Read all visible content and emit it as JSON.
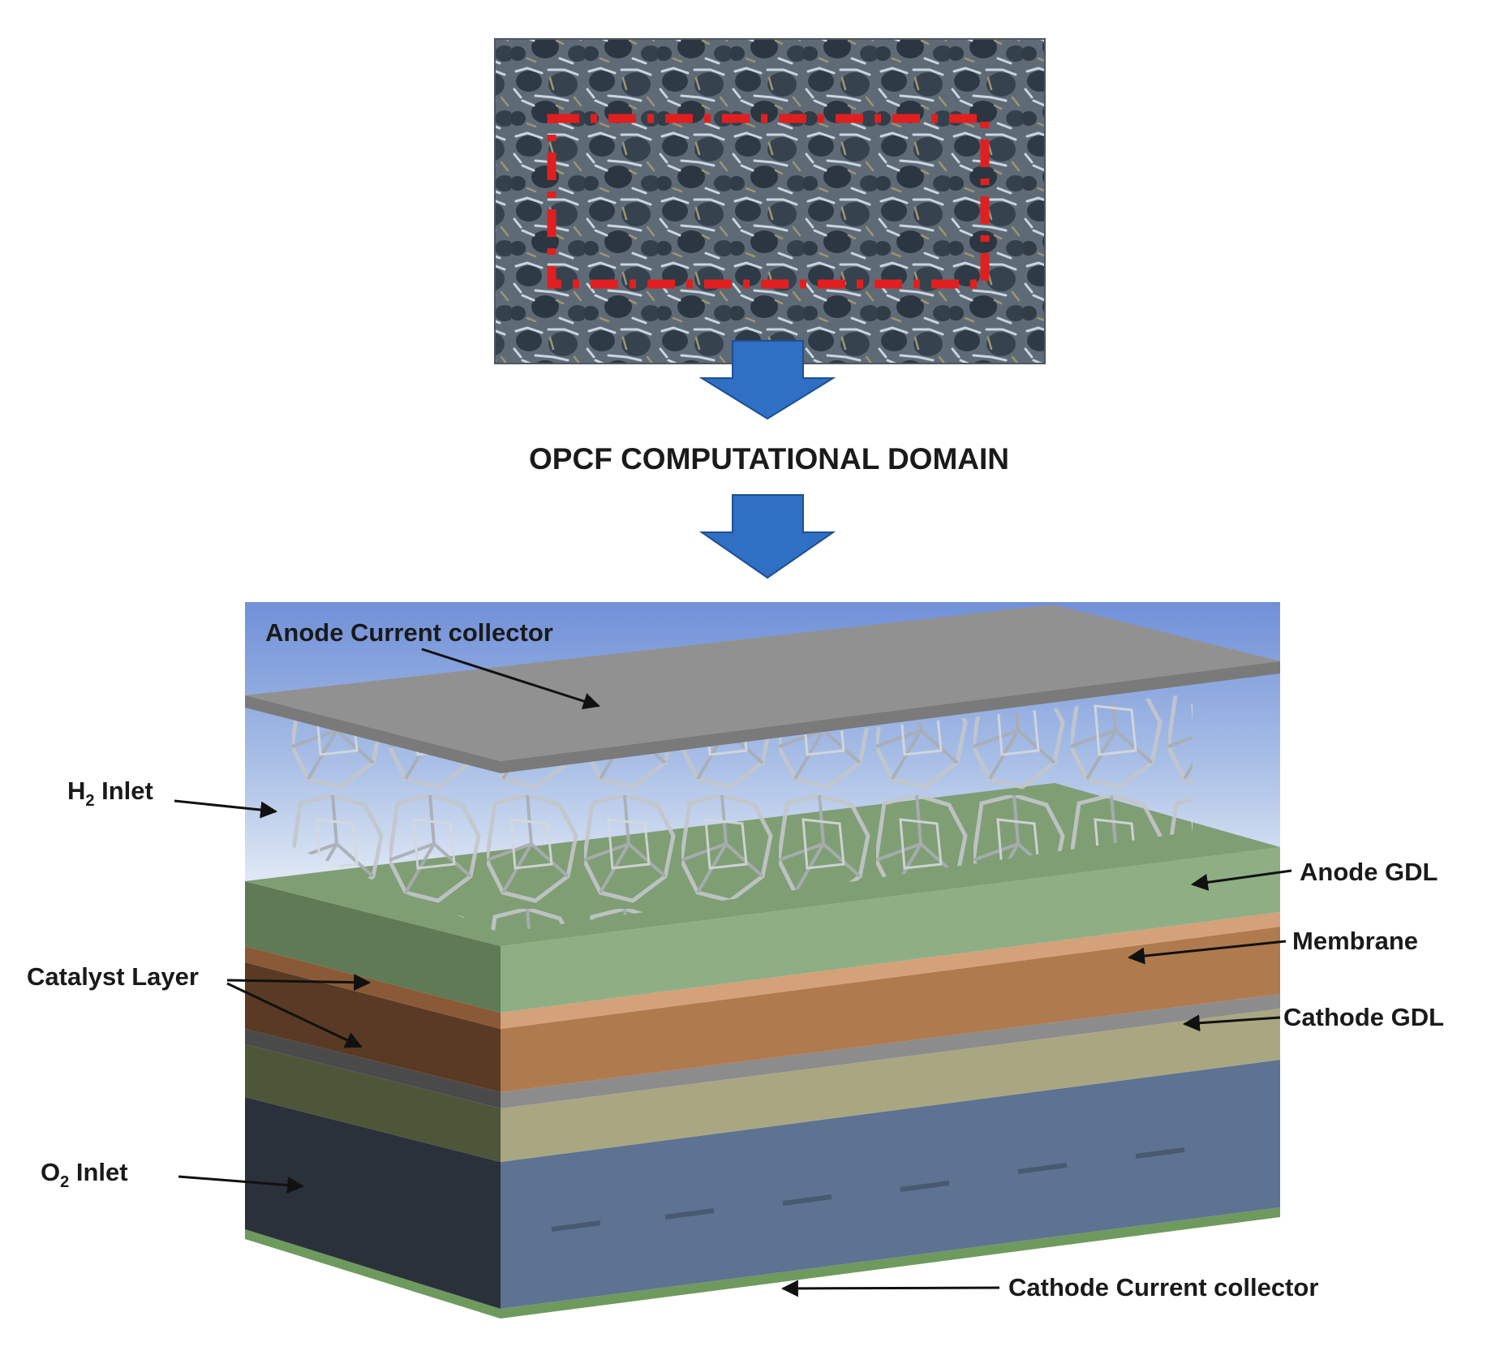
{
  "diagram": {
    "domain_title": "OPCF COMPUTATIONAL DOMAIN",
    "labels": {
      "anode_current_collector": "Anode Current collector",
      "h2_inlet_main": "H",
      "h2_inlet_sub": "2",
      "h2_inlet_rest": " Inlet",
      "anode_gdl": "Anode GDL",
      "membrane": "Membrane",
      "catalyst_layer": "Catalyst Layer",
      "cathode_gdl": "Cathode GDL",
      "o2_inlet_main": "O",
      "o2_inlet_sub": "2",
      "o2_inlet_rest": " Inlet",
      "cathode_current_collector": "Cathode Current collector"
    },
    "colors": {
      "arrow_blue": "#2f6fc4",
      "dashed_box_red": "#e02020",
      "sky_top": "#6f8fd6",
      "sky_bottom": "#dfe8f5",
      "plate_gray": "#8d8d8d",
      "anode_gdl_green": "#8fae84",
      "membrane_brown": "#b07a4f",
      "cathode_gdl_khaki": "#a9a782",
      "channel_blue": "#5e7391",
      "collector_green": "#6e9a5e"
    }
  }
}
